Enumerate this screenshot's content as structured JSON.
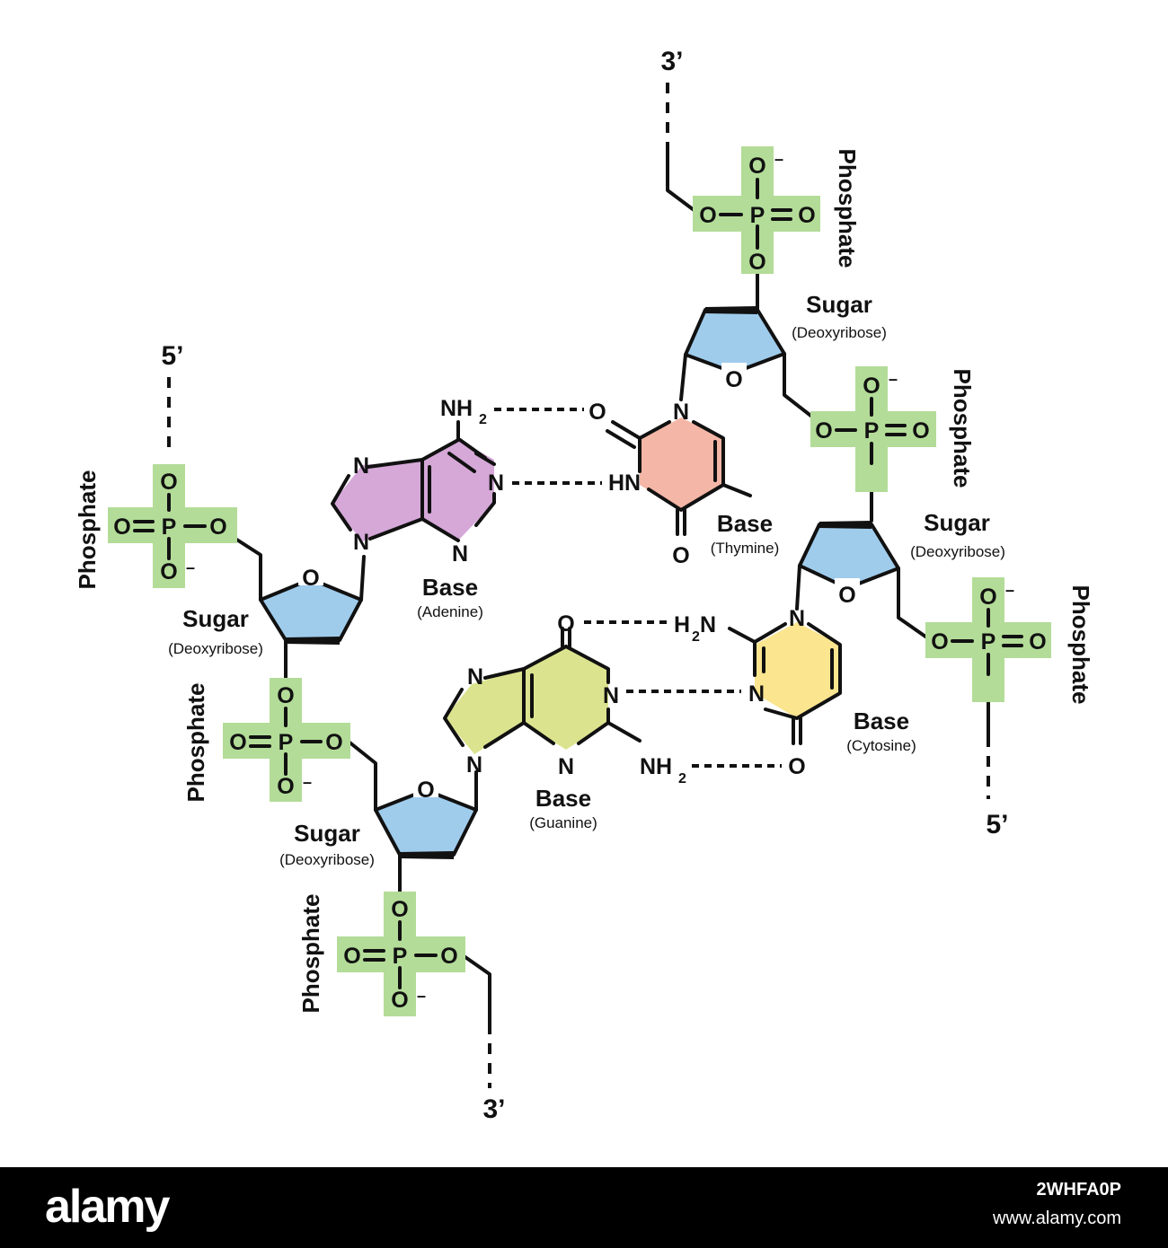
{
  "colors": {
    "phosphate": "#b3dc98",
    "sugar": "#a0ccec",
    "adenine": "#d5a8d8",
    "thymine": "#f4b6a6",
    "guanine": "#dce38f",
    "cytosine": "#fbe58f",
    "background": "#ffffff",
    "line": "#111111"
  },
  "ends": {
    "five_prime": "5’",
    "three_prime": "3’"
  },
  "labels": {
    "phosphate": "Phosphate",
    "sugar": "Sugar",
    "deoxyribose": "(Deoxyribose)",
    "base": "Base"
  },
  "bases": {
    "adenine": "(Adenine)",
    "thymine": "(Thymine)",
    "guanine": "(Guanine)",
    "cytosine": "(Cytosine)"
  },
  "atoms": {
    "O": "O",
    "P": "P",
    "N": "N",
    "NH": "HN",
    "NH2": "NH",
    "H2N": "H",
    "two": "2",
    "minus": "–"
  },
  "footer": {
    "brand": "alamy",
    "image_id": "2WHFA0P",
    "site": "www.alamy.com"
  }
}
